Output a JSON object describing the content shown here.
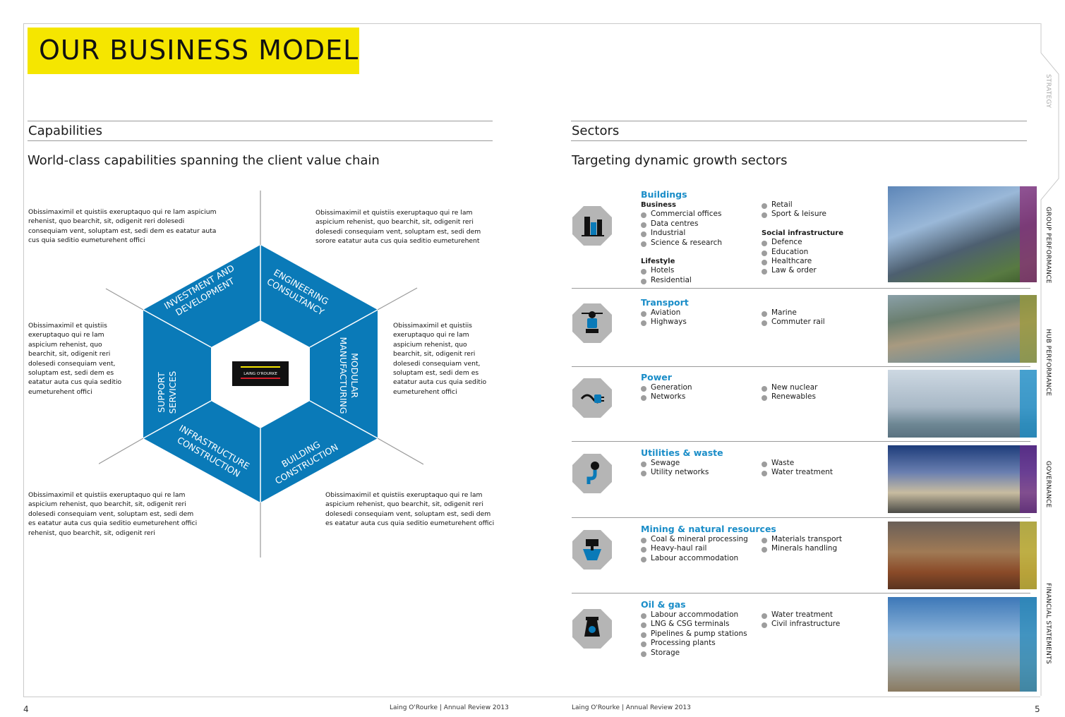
{
  "title": "OUR BUSINESS MODEL",
  "left": {
    "section": "Capabilities",
    "subtitle": "World-class capabilities spanning the client value chain",
    "paragraphs": [
      "Obissimaximil et quistiis exeruptaquo qui re lam aspicium rehenist, quo bearchit, sit, odigenit reri dolesedi consequiam vent, soluptam est, sedi dem es eatatur auta cus quia seditio eumeturehent offici",
      "Obissimaximil et quistiis exeruptaquo qui re lam aspicium rehenist, quo bearchit, sit, odigenit reri dolesedi consequiam vent, soluptam est, sedi dem sorore eatatur auta cus quia seditio eumeturehent",
      "Obissimaximil et quistiis exeruptaquo qui re lam aspicium rehenist, quo bearchit, sit, odigenit reri dolesedi consequiam vent, soluptam est, sedi dem es eatatur auta cus quia seditio eumeturehent offici",
      "Obissimaximil et quistiis exeruptaquo qui re lam aspicium rehenist, quo bearchit, sit, odigenit reri dolesedi consequiam vent, soluptam est, sedi dem es eatatur auta cus quia seditio eumeturehent offici",
      "Obissimaximil et quistiis exeruptaquo qui re lam aspicium rehenist, quo bearchit, sit, odigenit reri dolesedi consequiam vent, soluptam est, sedi dem es eatatur auta cus quia seditio eumeturehent offici rehenist, quo bearchit, sit, odigenit reri",
      "Obissimaximil et quistiis exeruptaquo qui re lam aspicium rehenist, quo bearchit, sit, odigenit reri dolesedi consequiam vent, soluptam est, sedi dem es eatatur auta cus quia seditio eumeturehent offici"
    ],
    "hexagon_segments": [
      [
        "INVESTMENT AND",
        "DEVELOPMENT"
      ],
      [
        "ENGINEERING",
        "CONSULTANCY"
      ],
      [
        "MODULAR",
        "MANUFACTURING"
      ],
      [
        "BUILDING",
        "CONSTRUCTION"
      ],
      [
        "INFRASTRUCTURE",
        "CONSTRUCTION"
      ],
      [
        "SUPPORT",
        "SERVICES"
      ]
    ],
    "logo_text": "LAING O'ROURKE",
    "hex_color": "#0a7ab8"
  },
  "right": {
    "section": "Sectors",
    "subtitle": "Targeting dynamic growth sectors",
    "sectors": [
      {
        "name": "Buildings",
        "icon": "buildings-icon",
        "col1": [
          {
            "h": "Business"
          },
          {
            "i": "Commercial offices"
          },
          {
            "i": "Data centres"
          },
          {
            "i": "Industrial"
          },
          {
            "i": "Science & research"
          },
          {
            "s": 1
          },
          {
            "h": "Lifestyle"
          },
          {
            "i": "Hotels"
          },
          {
            "i": "Residential"
          }
        ],
        "col2": [
          {
            "i": "Retail"
          },
          {
            "i": "Sport & leisure"
          },
          {
            "s": 1
          },
          {
            "h": "Social infrastructure"
          },
          {
            "i": "Defence"
          },
          {
            "i": "Education"
          },
          {
            "i": "Healthcare"
          },
          {
            "i": "Law & order"
          }
        ]
      },
      {
        "name": "Transport",
        "icon": "transport-icon",
        "col1": [
          {
            "i": "Aviation"
          },
          {
            "i": "Highways"
          }
        ],
        "col2": [
          {
            "i": "Marine"
          },
          {
            "i": "Commuter rail"
          }
        ]
      },
      {
        "name": "Power",
        "icon": "power-plug-icon",
        "col1": [
          {
            "i": "Generation"
          },
          {
            "i": "Networks"
          }
        ],
        "col2": [
          {
            "i": "New nuclear"
          },
          {
            "i": "Renewables"
          }
        ]
      },
      {
        "name": "Utilities & waste",
        "icon": "utilities-icon",
        "col1": [
          {
            "i": "Sewage"
          },
          {
            "i": "Utility networks"
          }
        ],
        "col2": [
          {
            "i": "Waste"
          },
          {
            "i": "Water treatment"
          }
        ]
      },
      {
        "name": "Mining & natural resources",
        "icon": "mining-icon",
        "col1": [
          {
            "i": "Coal & mineral processing"
          },
          {
            "i": "Heavy-haul rail"
          },
          {
            "i": "Labour accommodation"
          }
        ],
        "col2": [
          {
            "i": "Materials transport"
          },
          {
            "i": "Minerals handling"
          }
        ]
      },
      {
        "name": "Oil & gas",
        "icon": "oil-gas-icon",
        "col1": [
          {
            "i": "Labour accommodation"
          },
          {
            "i": "LNG & CSG terminals"
          },
          {
            "i": "Pipelines & pump stations"
          },
          {
            "i": "Processing plants"
          },
          {
            "i": "Storage"
          }
        ],
        "col2": [
          {
            "i": "Water treatment"
          },
          {
            "i": "Civil infrastructure"
          }
        ]
      }
    ]
  },
  "tabs": [
    "STRATEGY",
    "GROUP PERFORMANCE",
    "HUB PERFORMANCE",
    "GOVERNANCE",
    "FINANCIAL STATEMENTS"
  ],
  "footer": {
    "left_text": "Laing O'Rourke | Annual Review 2013",
    "right_text": "Laing O'Rourke | Annual Review 2013",
    "left_page": "4",
    "right_page": "5"
  }
}
